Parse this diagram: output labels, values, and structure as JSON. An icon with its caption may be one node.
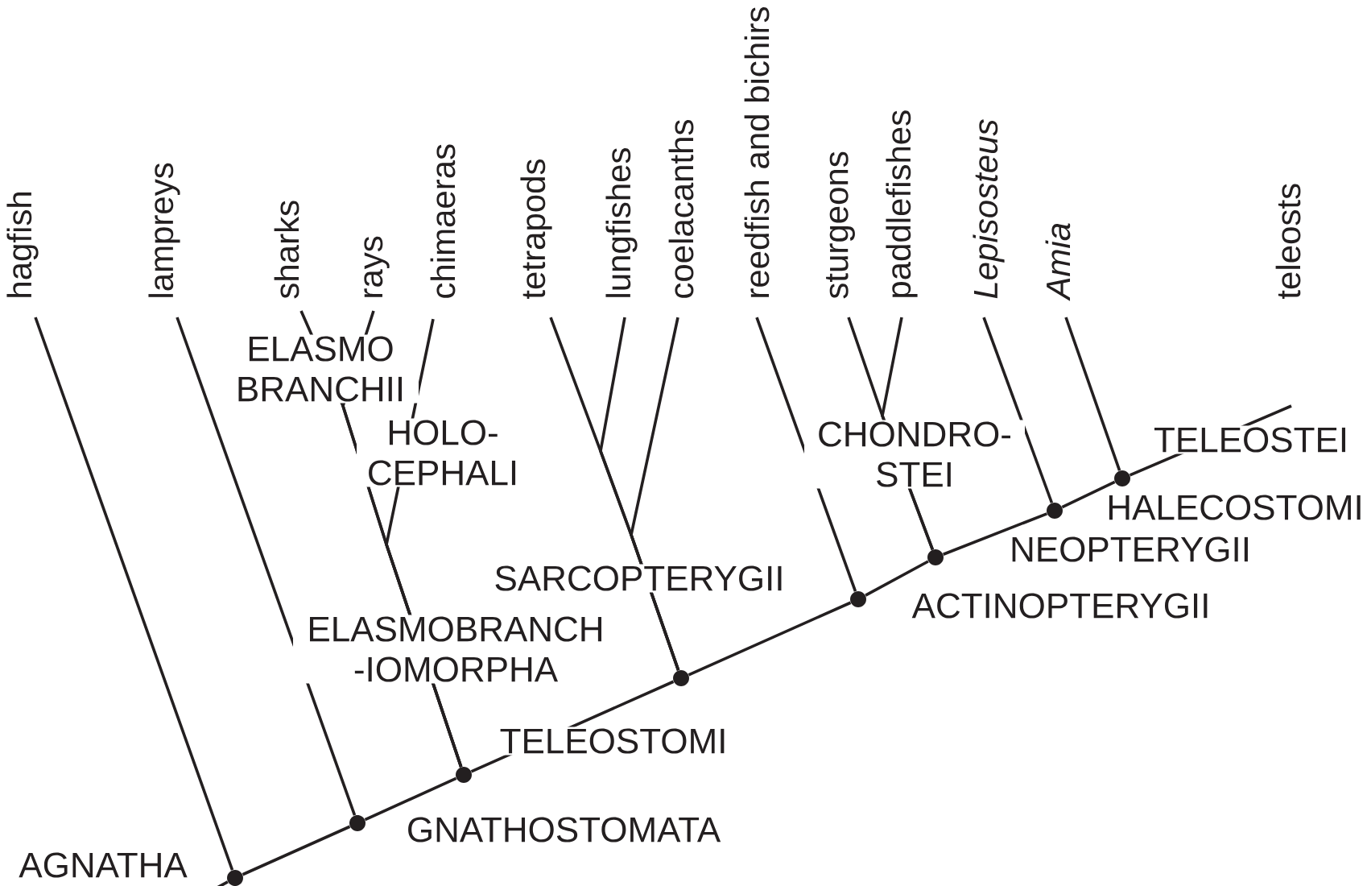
{
  "diagram": {
    "nodes": [
      {
        "text": [
          "hagfish"
        ]
      },
      {
        "text": [
          "lampreys"
        ]
      },
      {
        "text": [
          "sharks"
        ]
      },
      {
        "text": [
          "rays"
        ]
      },
      {
        "text": [
          "chimaeras"
        ]
      },
      {
        "text": [
          "tetrapods"
        ]
      },
      {
        "text": [
          "lungfishes"
        ]
      },
      {
        "text": [
          "coelacanths"
        ]
      },
      {
        "text": [
          "reedfish and bichirs"
        ]
      },
      {
        "text": [
          "sturgeons"
        ]
      },
      {
        "text": [
          "paddlefishes"
        ]
      },
      {
        "text": [
          "Lepisosteus"
        ]
      },
      {
        "text": [
          "Amia"
        ]
      },
      {
        "text": [
          "teleosts"
        ]
      },
      {
        "text": [],
        "shape": "circle"
      },
      {
        "text": [],
        "shape": "circle"
      },
      {
        "text": [],
        "shape": "circle"
      },
      {
        "text": [],
        "shape": "circle"
      },
      {
        "text": [],
        "shape": "circle"
      },
      {
        "text": [],
        "shape": "circle"
      },
      {
        "text": [],
        "shape": "circle"
      },
      {
        "text": [],
        "shape": "circle"
      }
    ],
    "edges": [
      {
        "from": null,
        "to": 14,
        "arrow": "none"
      },
      {
        "from": 14,
        "to": 15,
        "arrow": "none"
      },
      {
        "from": 15,
        "to": 16,
        "arrow": "none"
      },
      {
        "from": 16,
        "to": 17,
        "arrow": "none"
      },
      {
        "from": 17,
        "to": 18,
        "arrow": "none"
      },
      {
        "from": 18,
        "to": 19,
        "arrow": "none"
      },
      {
        "from": 19,
        "to": 20,
        "arrow": "none"
      },
      {
        "from": 20,
        "to": 21,
        "arrow": "none"
      },
      {
        "from": 14,
        "to": 0,
        "arrow": "none"
      },
      {
        "from": 15,
        "to": 1,
        "arrow": "none"
      },
      {
        "from": 16,
        "to": 2,
        "arrow": "none"
      },
      {
        "from": 16,
        "to": 3,
        "arrow": "none"
      },
      {
        "from": 16,
        "to": 4,
        "arrow": "none"
      },
      {
        "from": 17,
        "to": 5,
        "arrow": "none"
      },
      {
        "from": 17,
        "to": 6,
        "arrow": "none"
      },
      {
        "from": 17,
        "to": 7,
        "arrow": "none"
      },
      {
        "from": 18,
        "to": 8,
        "arrow": "none"
      },
      {
        "from": 19,
        "to": 9,
        "arrow": "none"
      },
      {
        "from": 19,
        "to": 10,
        "arrow": "none"
      },
      {
        "from": 20,
        "to": 11,
        "arrow": "none"
      },
      {
        "from": 21,
        "to": 12,
        "arrow": "none"
      },
      {
        "from": 21,
        "to": 13,
        "arrow": "none"
      }
    ],
    "labels": [
      "ELASMO BRANCHII",
      "TELEOSTEI",
      "HOLO- CEPHALI",
      "CHONDRO- STEI",
      "HALECOSTOMI",
      "NEOPTERYGII",
      "SARCOPTERYGII",
      "ACTINOPTERYGII",
      "ELASMOBRANCH -IOMORPHA",
      "TELEOSTOMI",
      "GNATHOSTOMATA",
      "AGNATHA"
    ]
  }
}
